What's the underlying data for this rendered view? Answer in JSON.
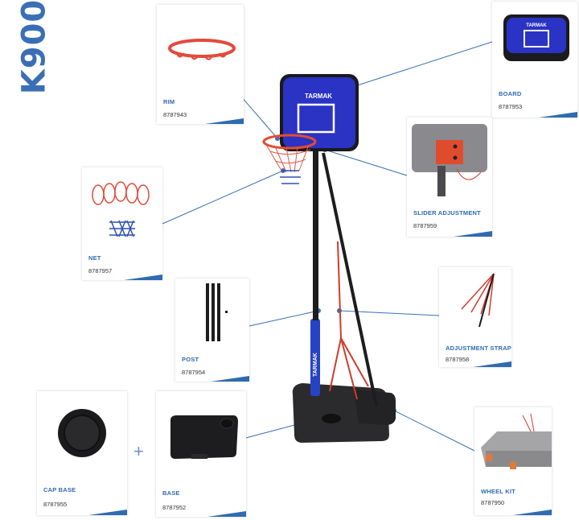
{
  "model": "K900",
  "brand": "TARMAK",
  "accent_color": "#2f6bb0",
  "plus_sign": "+",
  "parts": [
    {
      "id": "rim",
      "label": "RIM",
      "ref": "8787943"
    },
    {
      "id": "board",
      "label": "BOARD",
      "ref": "8787953"
    },
    {
      "id": "slider",
      "label": "SLIDER ADJUSTMENT",
      "ref": "8787959"
    },
    {
      "id": "net",
      "label": "NET",
      "ref": "8787957"
    },
    {
      "id": "post",
      "label": "POST",
      "ref": "8787954"
    },
    {
      "id": "strap",
      "label": "ADJUSTMENT STRAP",
      "ref": "8787958"
    },
    {
      "id": "capbase",
      "label": "CAP BASE",
      "ref": "8787955"
    },
    {
      "id": "base",
      "label": "BASE",
      "ref": "8787952"
    },
    {
      "id": "wheel",
      "label": "WHEEL KIT",
      "ref": "8787950"
    }
  ]
}
